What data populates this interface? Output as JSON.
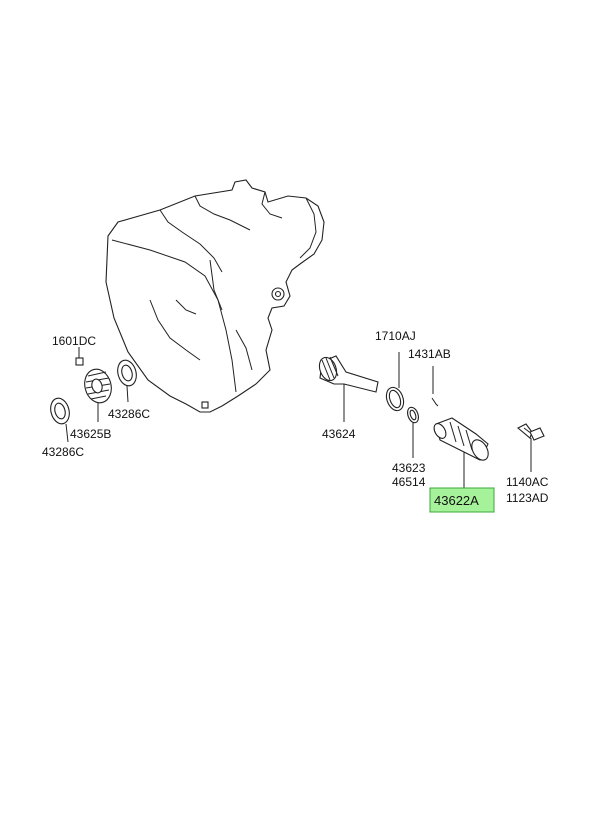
{
  "diagram": {
    "labels": {
      "p1601DC": "1601DC",
      "p43625B": "43625B",
      "p43286C_right": "43286C",
      "p43286C_left": "43286C",
      "p43624": "43624",
      "p1710AJ": "1710AJ",
      "p1431AB": "1431AB",
      "p43623": "43623",
      "p46514": "46514",
      "p43622A": "43622A",
      "p1140AC": "1140AC",
      "p1123AD": "1123AD"
    },
    "highlight_color": "#a6f29a",
    "highlight_border": "#3aa83a"
  }
}
